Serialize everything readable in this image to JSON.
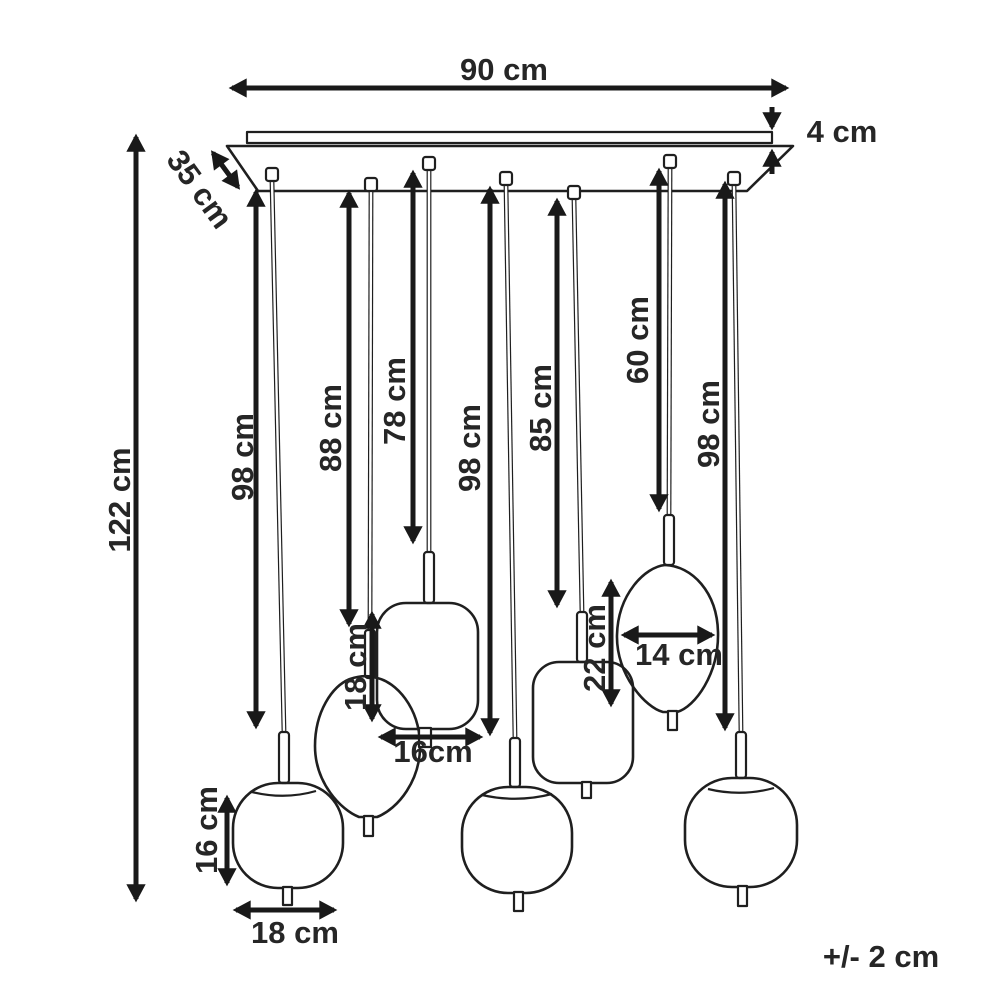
{
  "page": {
    "background_color": "#ffffff",
    "line_color": "#1f1f1f",
    "text_color": "#262626"
  },
  "labels": {
    "canopy_width": "90 cm",
    "canopy_thickness": "4 cm",
    "canopy_depth": "35 cm",
    "total_height": "122 cm",
    "drop_1": "98 cm",
    "drop_2": "88 cm",
    "drop_3": "78 cm",
    "drop_4": "98 cm",
    "drop_5": "85 cm",
    "drop_6": "60 cm",
    "drop_7": "98 cm",
    "cylinder_height": "18 cm",
    "cylinder_width": "16cm",
    "small_cylinder_height": "22 cm",
    "oval_shade_width": "14 cm",
    "globe_height": "16 cm",
    "globe_width": "18 cm",
    "tolerance": "+/- 2 cm"
  }
}
